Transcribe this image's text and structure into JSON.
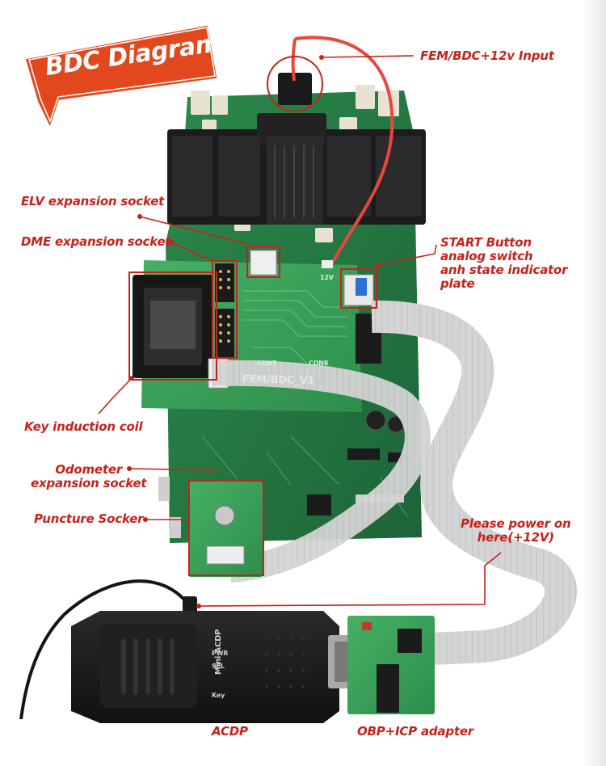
{
  "title": "BDC Diagram",
  "colors": {
    "accent": "#c8211b",
    "title_badge": "#e3471e",
    "pcb_dark": "#1f6b3a",
    "pcb_light": "#2f8a4d",
    "adapter_board": "#3ba15a",
    "cable_gray": "#d2d2d2",
    "power_wire": "#e8463e",
    "device_body": "#1b1b1b"
  },
  "labels": {
    "fem_input": "FEM/BDC+12v Input",
    "elv_socket": "ELV expansion socket",
    "dme_socket": "DME expansion socket",
    "start_button": [
      "START Button",
      "analog switch",
      "anh state indicator",
      "plate"
    ],
    "key_coil": "Key induction coil",
    "odometer": [
      "Odometer",
      "expansion socket"
    ],
    "puncture": "Puncture Socker",
    "power_on": [
      "Please power on",
      "here(+12V)"
    ],
    "acdp": "ACDP",
    "obp_adapter": "OBP+ICP adapter"
  },
  "board_text": {
    "fem_bdc_v1": "FEM/BDC_V1",
    "con8": "CON8",
    "con7": "CON7",
    "v12": "12V",
    "mini_acdp": "Mini ACDP",
    "pwr": "PWR",
    "sel": "SEL",
    "key": "Key"
  },
  "icons": [
    "lightning-arrow-icon"
  ]
}
